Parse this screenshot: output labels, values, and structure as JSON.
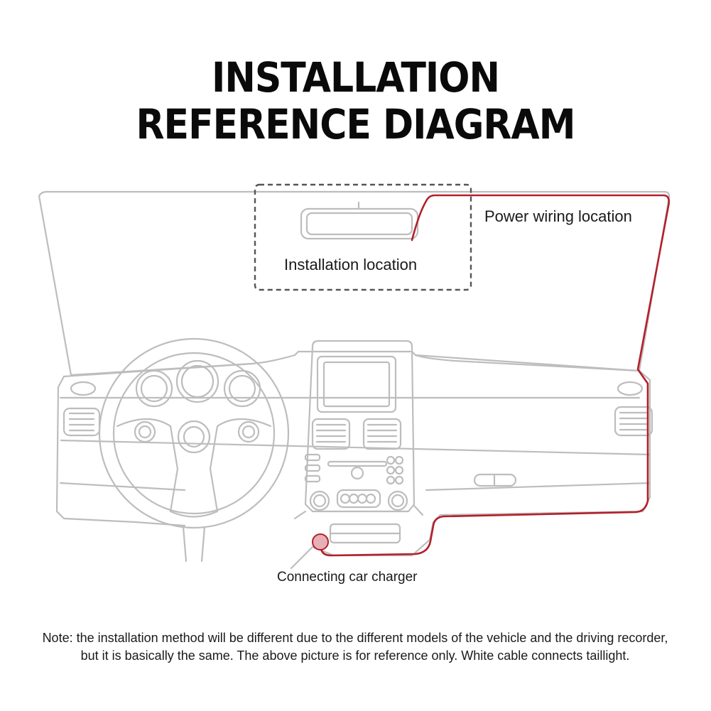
{
  "title": {
    "line1": "INSTALLATION",
    "line2": "REFERENCE DIAGRAM"
  },
  "labels": {
    "power_wiring": "Power wiring location",
    "installation": "Installation location",
    "charger": "Connecting car charger"
  },
  "note": {
    "text": "Note: the installation method will be different due to the different models of the vehicle and the driving recorder, but it is basically the same. The above picture is for reference only. White cable connects taillight."
  },
  "colors": {
    "wire": "#b3202a",
    "outline": "#bdbdbd",
    "dashed_box": "#555555",
    "text": "#1a1a1a"
  }
}
